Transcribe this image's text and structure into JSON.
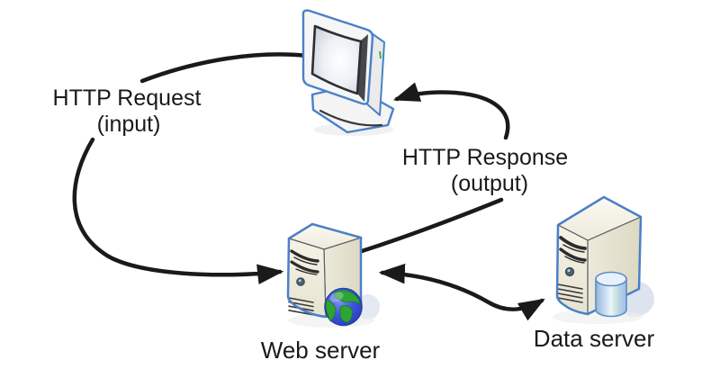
{
  "diagram": {
    "type": "architecture-flow",
    "background_color": "#ffffff",
    "arrow_color": "#1a1a1a",
    "nodes": {
      "client": {
        "icon": "client-monitor-icon"
      },
      "web_server": {
        "icon": "web-server-icon",
        "label": "Web server"
      },
      "data_server": {
        "icon": "data-server-icon",
        "label": "Data server"
      }
    },
    "edges": {
      "request": {
        "from": "client",
        "to": "web_server",
        "label_line1": "HTTP Request",
        "label_line2": "(input)"
      },
      "response": {
        "from": "web_server",
        "to": "client",
        "label_line1": "HTTP Response",
        "label_line2": "(output)"
      },
      "data_link": {
        "from": "web_server",
        "to": "data_server",
        "bidirectional": true
      }
    },
    "colors": {
      "icon_outline_blue": "#4a80c8",
      "tower_front": "#f1eedd",
      "tower_side": "#e3e0cc",
      "tower_top": "#f7f5ea",
      "globe_ocean": "#3550d4",
      "globe_land": "#2ea336",
      "cylinder_fill": "#cfe2f5",
      "monitor_screen": "#dfe4ea",
      "text_color": "#1a1a1a"
    }
  }
}
